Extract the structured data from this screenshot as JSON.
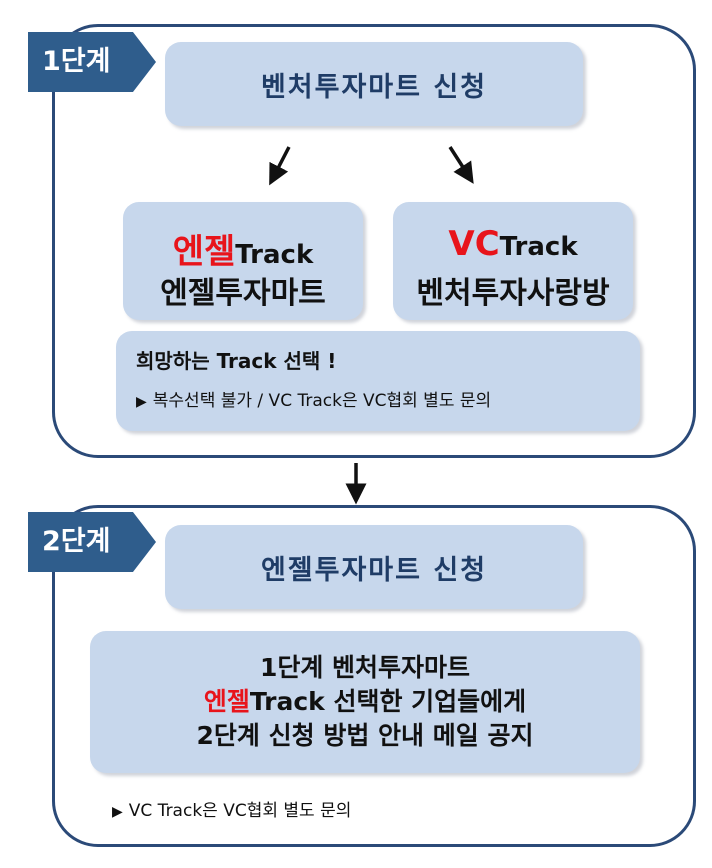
{
  "stage1": {
    "tag": "1단계",
    "title": "벤처투자마트 신청",
    "angel": {
      "highlight": "엔젤",
      "track": "Track",
      "name": "엔젤투자마트"
    },
    "vc": {
      "highlight": "VC",
      "track": "Track",
      "name": "벤처투자사랑방"
    },
    "note": {
      "headline": "희망하는 Track 선택 !",
      "bullet": "▶",
      "detail": "복수선택 불가 / VC Track은 VC협회 별도 문의"
    }
  },
  "stage2": {
    "tag": "2단계",
    "title": "엔젤투자마트 신청",
    "info": {
      "line1": "1단계 벤처투자마트",
      "line2_highlight": "엔젤",
      "line2_rest": "Track 선택한 기업들에게",
      "line3": "2단계 신청 방법 안내 메일 공지"
    },
    "footnote_bullet": "▶",
    "footnote": "VC Track은 VC협회 별도 문의"
  },
  "colors": {
    "panel_border": "#2b4a78",
    "tag_bg": "#2f5d8c",
    "box_bg": "#c7d7ec",
    "title_text": "#1f3c66",
    "highlight": "#e8141b"
  }
}
